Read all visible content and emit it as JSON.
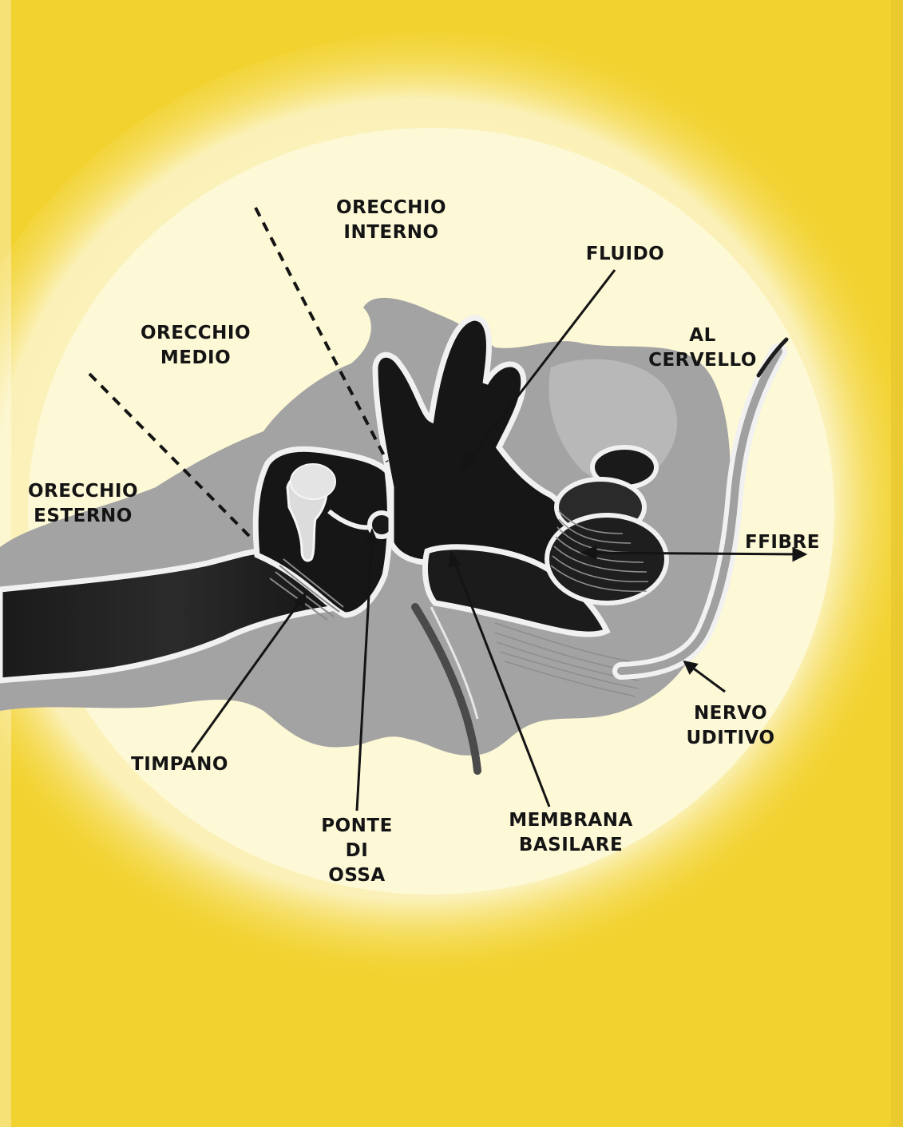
{
  "diagram": {
    "colors": {
      "page_background": "#f2d22e",
      "glow": "#fdf6c9",
      "tissue_gray": "#9c9c9c",
      "cavity_dark": "#161616",
      "membrane_white": "#f4f4f4",
      "label_text": "#141414"
    },
    "labels": {
      "orecchio_interno": [
        "ORECCHIO",
        "INTERNO"
      ],
      "fluido": [
        "FLUIDO"
      ],
      "orecchio_medio": [
        "ORECCHIO",
        "MEDIO"
      ],
      "al_cervello": [
        "AL",
        "CERVELLO"
      ],
      "orecchio_esterno": [
        "ORECCHIO",
        "ESTERNO"
      ],
      "fibre": [
        "FFIBRE"
      ],
      "nervo_uditivo": [
        "NERVO",
        "UDITIVO"
      ],
      "timpano": [
        "TIMPANO"
      ],
      "membrana_basilare": [
        "MEMBRANA",
        "BASILARE"
      ],
      "ponte_di_ossa": [
        "PONTE",
        "DI",
        "OSSA"
      ]
    }
  }
}
